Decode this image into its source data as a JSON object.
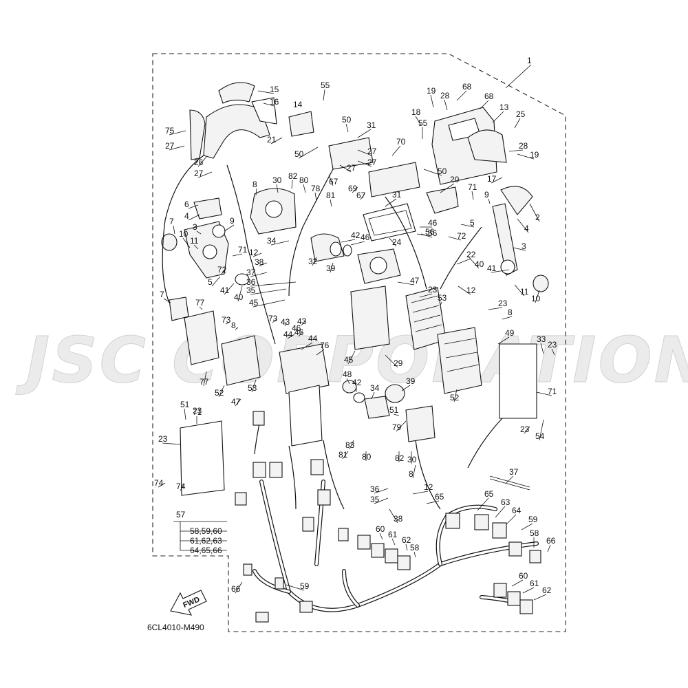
{
  "watermark": "JSC CORPORATION",
  "drawing_code": "6CL4010-M490",
  "fwd_label": "FWD",
  "callout": {
    "number": "57",
    "rows": [
      "58,59,60",
      "61,62,63",
      "64,65,66"
    ]
  },
  "labels": [
    "1",
    "15",
    "16",
    "14",
    "75",
    "27",
    "21",
    "26",
    "27",
    "55",
    "50",
    "31",
    "50",
    "27",
    "27",
    "27",
    "70",
    "67",
    "69",
    "67",
    "19",
    "28",
    "68",
    "68",
    "13",
    "25",
    "18",
    "55",
    "28",
    "19",
    "17",
    "50",
    "20",
    "71",
    "9",
    "4",
    "2",
    "6",
    "4",
    "8",
    "30",
    "82",
    "80",
    "78",
    "81",
    "31",
    "24",
    "46",
    "56",
    "5",
    "72",
    "3",
    "7",
    "3",
    "10",
    "11",
    "9",
    "71",
    "34",
    "12",
    "32",
    "42",
    "46",
    "56",
    "39",
    "38",
    "37",
    "36",
    "35",
    "45",
    "5",
    "72",
    "41",
    "40",
    "22",
    "40",
    "41",
    "47",
    "12",
    "11",
    "10",
    "7",
    "77",
    "73",
    "8",
    "23",
    "53",
    "23",
    "8",
    "73",
    "43",
    "46",
    "44",
    "43",
    "46",
    "44",
    "76",
    "45",
    "29",
    "49",
    "77",
    "52",
    "52",
    "53",
    "47",
    "48",
    "42",
    "39",
    "34",
    "33",
    "23",
    "71",
    "51",
    "71",
    "23",
    "51",
    "79",
    "81",
    "83",
    "80",
    "82",
    "30",
    "8",
    "23",
    "74",
    "74",
    "23",
    "54",
    "37",
    "36",
    "35",
    "38",
    "12",
    "65",
    "65",
    "63",
    "64",
    "59",
    "60",
    "61",
    "62",
    "58",
    "58",
    "66",
    "66",
    "59",
    "60",
    "61",
    "62"
  ]
}
